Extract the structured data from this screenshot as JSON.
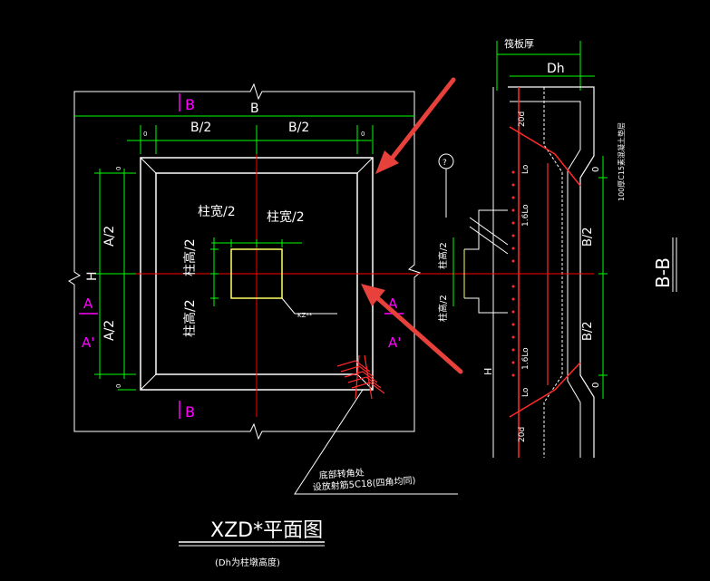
{
  "colors": {
    "background": "#000000",
    "line": "#ffffff",
    "dimension": "#00ff00",
    "axis": "#ff0000",
    "section_label": "#ff00ff",
    "column": "#ffff66",
    "arrow": "#e8413b",
    "rebar": "#ff2a2a",
    "text": "#ffffff"
  },
  "plan": {
    "dims": {
      "b": "B",
      "b_half_left": "B/2",
      "b_half_right": "B/2",
      "h": "H",
      "a_half_top": "A/2",
      "a_half_bottom": "A/2",
      "zero_top_left": "0",
      "zero_top_right": "0",
      "zero_left_top": "0",
      "zero_left_bottom": "0"
    },
    "column_width_top": "柱宽/2",
    "column_width_right": "柱宽/2",
    "column_height_top": "柱高/2",
    "column_height_bottom": "柱高/2",
    "column_tag": "KZ**",
    "section_b_top": "B",
    "section_b_bottom": "B",
    "section_a_left": "A",
    "section_a_left_prime": "A'",
    "section_a_right": "A",
    "section_a_right_prime": "A'",
    "leader_line1": "底部转角处",
    "leader_line2": "设放射筋5C18(四角均同)"
  },
  "section": {
    "top_label": "筏板厚",
    "dh": "Dh",
    "label_20d_top": "20d",
    "label_20d_bottom": "20d",
    "label_lo_top": "Lo",
    "label_lo_bottom": "Lo",
    "label_16lo_top": "1.6Lo",
    "label_16lo_bottom": "1.6Lo",
    "label_b2_top": "B/2",
    "label_b2_bottom": "B/2",
    "label_zero_top": "0",
    "label_zero_bottom": "0",
    "label_h": "H",
    "label_col_h_top": "柱高/2",
    "label_col_h_bottom": "柱高/2",
    "label_cover": "100厚C15素混凝土垫层",
    "circle_label": "?",
    "title": "B-B"
  },
  "title": {
    "main": "XZD*平面图",
    "sub": "(Dh为柱墩高度)"
  }
}
